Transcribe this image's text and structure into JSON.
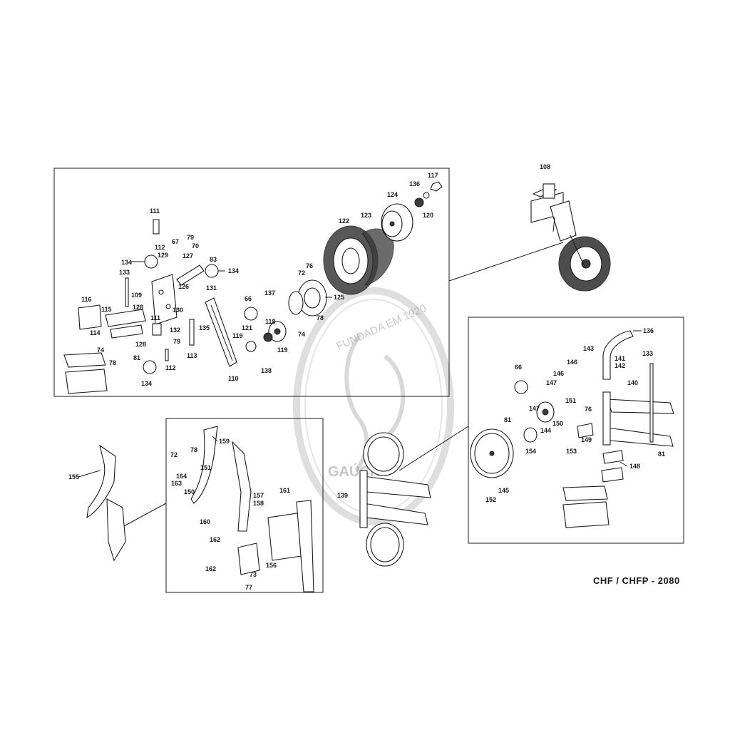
{
  "drawing_code": "CHF / CHFP  -  2080",
  "watermark": {
    "top_text": "FUNDADA EM 1920",
    "bottom_text": "GAÚCHO"
  },
  "part_numbers": {
    "p108": "108",
    "p117": "117",
    "p136a": "136",
    "p124": "124",
    "p120": "120",
    "p122": "122",
    "p123": "123",
    "p111a": "111",
    "p79a": "79",
    "p67": "67",
    "p112a": "112",
    "p70": "70",
    "p129": "129",
    "p127": "127",
    "p83": "83",
    "p134a": "134",
    "p134b": "134",
    "p133a": "133",
    "p76a": "76",
    "p72a": "72",
    "p126": "126",
    "p131": "131",
    "p109": "109",
    "p137": "137",
    "p125": "125",
    "p66a": "66",
    "p128a": "128",
    "p130": "130",
    "p116": "116",
    "p115": "115",
    "p111b": "111",
    "p78a": "78",
    "p74a": "74",
    "p114": "114",
    "p132": "132",
    "p135": "135",
    "p121": "121",
    "p119a": "119",
    "p119b": "119",
    "p118": "118",
    "p128b": "128",
    "p74b": "74",
    "p81a": "81",
    "p79b": "79",
    "p113": "113",
    "p78b": "78",
    "p112b": "112",
    "p138": "138",
    "p110": "110",
    "p134c": "134",
    "p136b": "136",
    "p143": "143",
    "p141": "141",
    "p142": "142",
    "p133b": "133",
    "p66b": "66",
    "p146a": "146",
    "p146b": "146",
    "p147a": "147",
    "p140": "140",
    "p151a": "151",
    "p147b": "147",
    "p76b": "76",
    "p81b": "81",
    "p150a": "150",
    "p144": "144",
    "p149": "149",
    "p154": "154",
    "p153": "153",
    "p81c": "81",
    "p148": "148",
    "p145": "145",
    "p152": "152",
    "p159": "159",
    "p78c": "78",
    "p72b": "72",
    "p164": "164",
    "p151b": "151",
    "p163": "163",
    "p150b": "150",
    "p157": "157",
    "p158": "158",
    "p161": "161",
    "p160": "160",
    "p155": "155",
    "p139": "139",
    "p162a": "162",
    "p162b": "162",
    "p156": "156",
    "p73": "73",
    "p77": "77"
  }
}
